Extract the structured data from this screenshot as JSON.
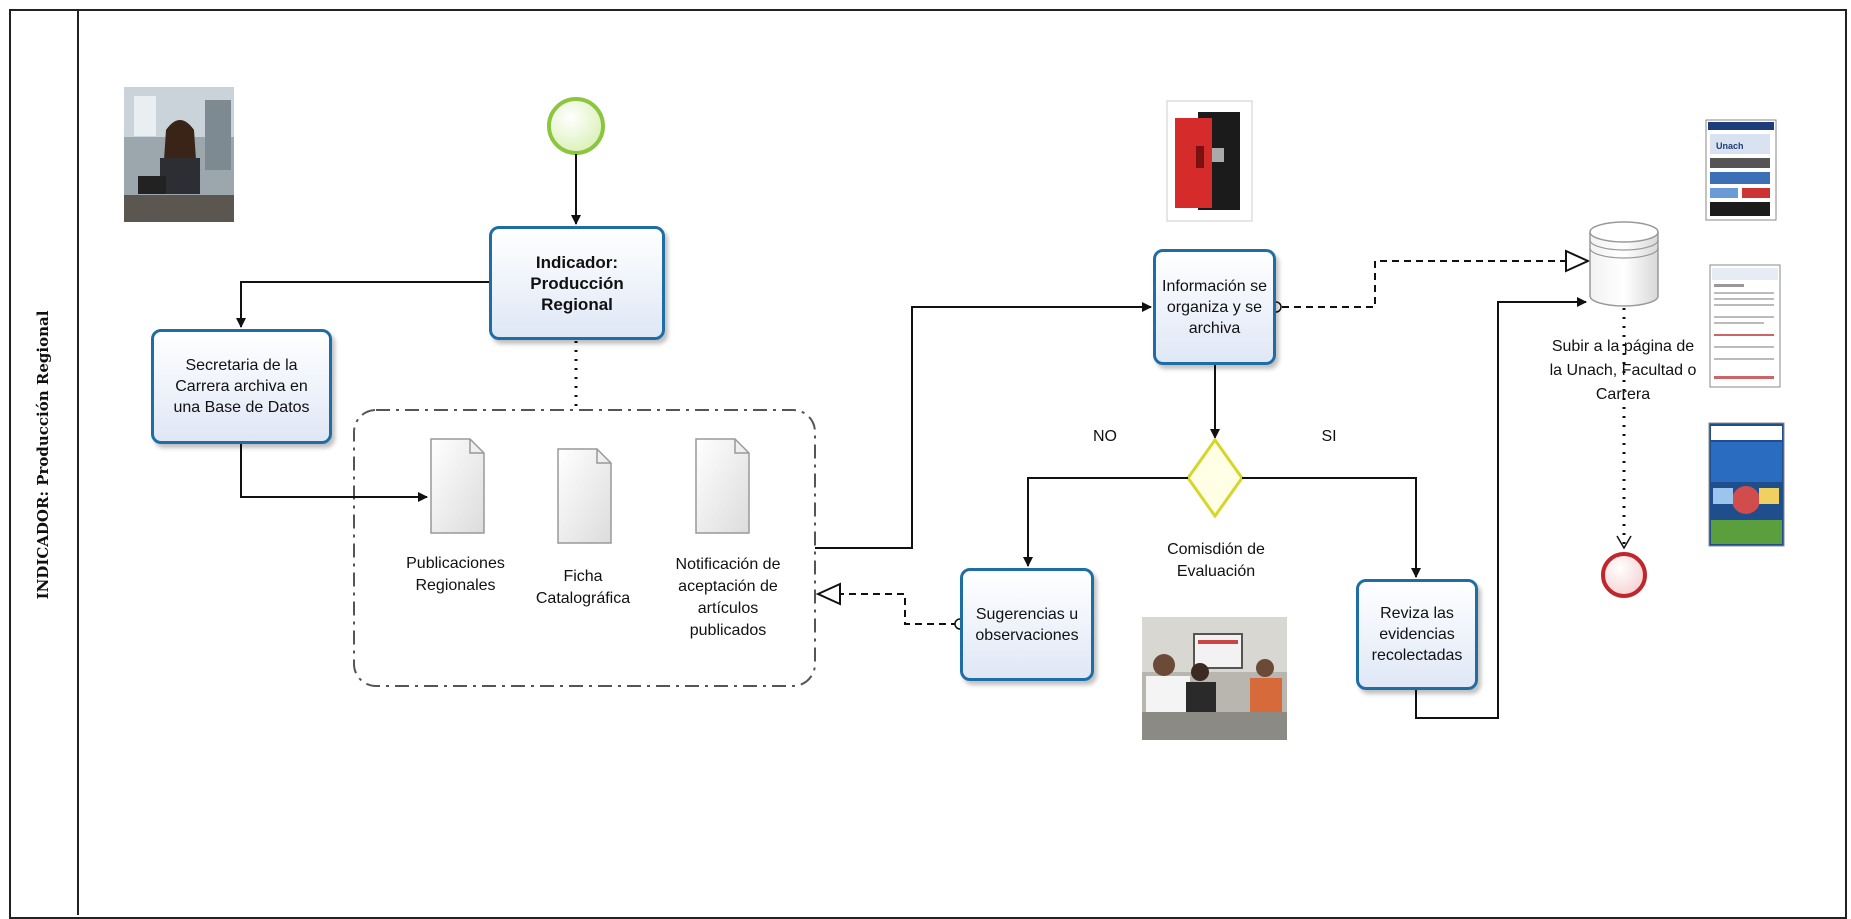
{
  "lane": {
    "title": "INDICADOR: Producción Regional"
  },
  "tasks": {
    "indicador": "Indicador: Producción Regional",
    "secretaria": "Secretaria de la Carrera archiva en una Base de Datos",
    "informacion": "Información se organiza y se archiva",
    "sugerencias": "Sugerencias u observaciones",
    "reviza": "Reviza las evidencias recolectadas"
  },
  "documents": [
    {
      "label": "Publicaciones Regionales"
    },
    {
      "label": "Ficha Catalográfica"
    },
    {
      "label": "Notificación de aceptación de artículos publicados"
    }
  ],
  "gateway": {
    "label": "Comisdión de Evaluación",
    "no_label": "NO",
    "si_label": "SI"
  },
  "datastore": {
    "label": "Subir a la página de la Unach, Facultad o Carrera"
  },
  "thumbnails": [
    {
      "caption": "Unach"
    }
  ],
  "colors": {
    "task_border": "#1e6ea5",
    "start_event": "#8cc63f",
    "end_event": "#c0272d",
    "gateway": "#d6d62a",
    "binder_red": "#d62b2b"
  }
}
